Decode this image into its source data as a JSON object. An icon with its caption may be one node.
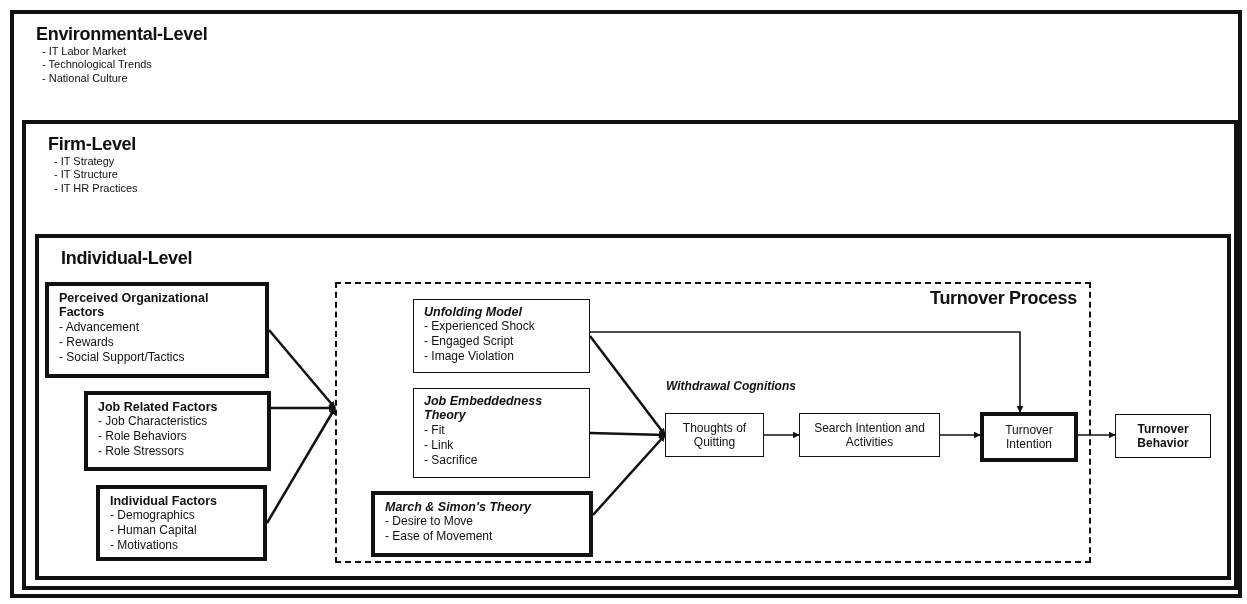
{
  "diagram": {
    "nodes": [
      {
        "text": [
          "Environmental-Level",
          "- IT Labor Market",
          "- Technological Trends",
          "- National Culture"
        ]
      },
      {
        "text": [
          "Firm-Level",
          "- IT Strategy",
          "- IT Structure",
          "- IT HR Practices"
        ],
        "in": 0
      },
      {
        "text": [
          "Individual-Level"
        ],
        "in": 1
      },
      {
        "text": [
          "Perceived Organizational Factors",
          "- Advancement",
          "- Rewards",
          "- Social Support/Tactics"
        ],
        "in": 2
      },
      {
        "text": [
          "Job Related Factors",
          "- Job Characteristics",
          "- Role Behaviors",
          "- Role Stressors"
        ],
        "in": 2
      },
      {
        "text": [
          "Individual Factors",
          "- Demographics",
          "- Human Capital",
          "- Motivations"
        ],
        "in": 2
      },
      {
        "text": [
          "Turnover Process"
        ],
        "in": 2
      },
      {
        "text": [
          "Unfolding Model",
          "- Experienced Shock",
          "- Engaged Script",
          "- Image Violation"
        ],
        "in": 6
      },
      {
        "text": [
          "Job Embeddedness Theory",
          "- Fit",
          "- Link",
          "- Sacrifice"
        ],
        "in": 6
      },
      {
        "text": [
          "March & Simon's Theory",
          "- Desire to Move",
          "- Ease of Movement"
        ],
        "in": 6
      },
      {
        "text": [
          "Thoughts of Quitting"
        ],
        "in": 6
      },
      {
        "text": [
          "Search Intention and Activities"
        ],
        "in": 6
      },
      {
        "text": [
          "Turnover Intention"
        ],
        "in": 6
      },
      {
        "text": [
          "Turnover Behavior"
        ],
        "in": 2
      }
    ],
    "edges": [
      {
        "from": 3,
        "to": 6,
        "arrow": "to"
      },
      {
        "from": 4,
        "to": 6,
        "arrow": "to"
      },
      {
        "from": 5,
        "to": 6,
        "arrow": "to"
      },
      {
        "from": 7,
        "to": 10,
        "arrow": "to"
      },
      {
        "from": 8,
        "to": 10,
        "arrow": "to"
      },
      {
        "from": 9,
        "to": 10,
        "arrow": "to"
      },
      {
        "from": 10,
        "to": 11,
        "arrow": "to"
      },
      {
        "from": 11,
        "to": 12,
        "arrow": "to"
      },
      {
        "from": 12,
        "to": 13,
        "arrow": "to"
      },
      {
        "from": 7,
        "to": 12,
        "arrow": "to"
      }
    ],
    "labels": [
      "Withdrawal Cognitions"
    ]
  }
}
